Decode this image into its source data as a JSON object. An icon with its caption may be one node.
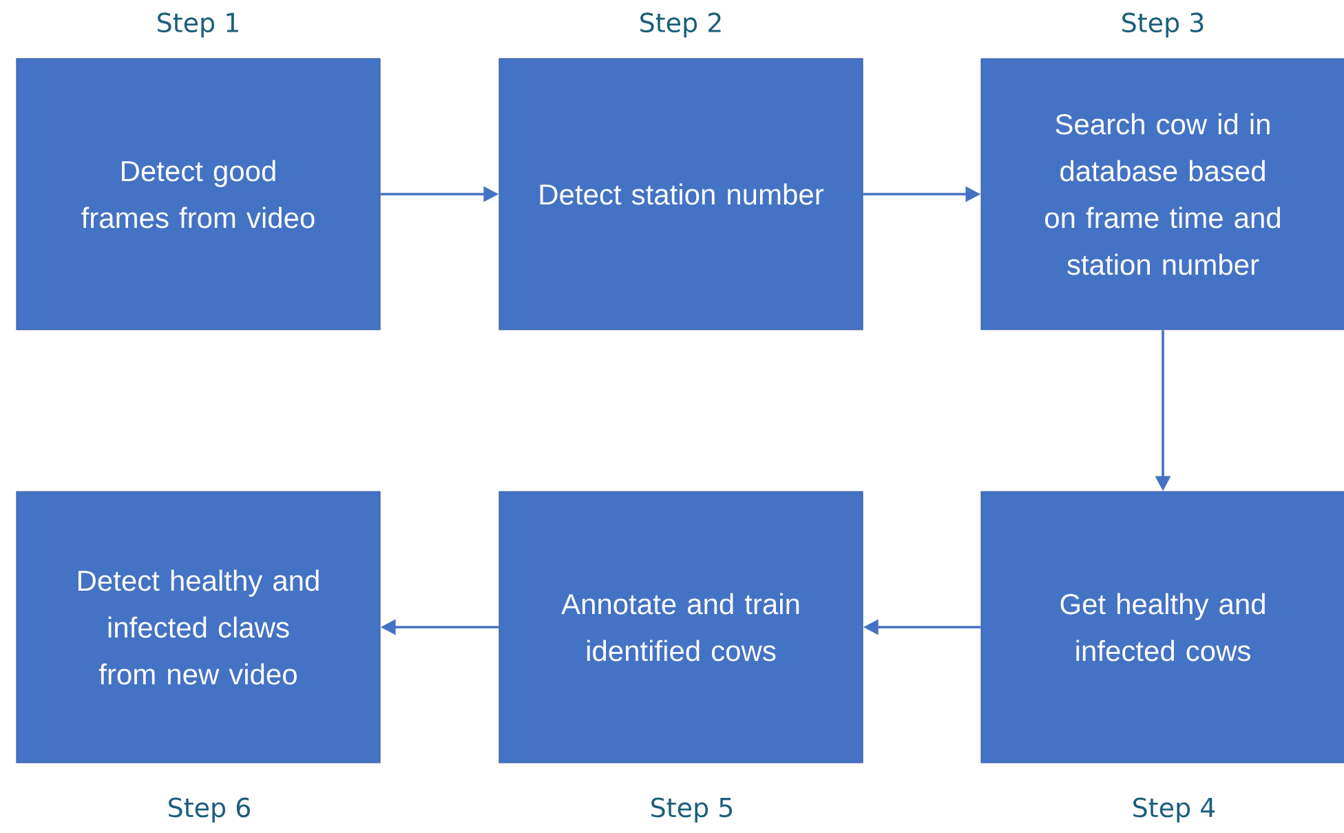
{
  "diagram": {
    "nodes": [
      {
        "text": [
          "Detect good frames from video"
        ],
        "beside": [
          "Step 1"
        ]
      },
      {
        "text": [
          "Detect station number"
        ],
        "beside": [
          "Step 2"
        ]
      },
      {
        "text": [
          "Search cow id in database based on frame time and station number"
        ],
        "beside": [
          "Step 3"
        ]
      },
      {
        "text": [
          "Detect healthy and infected claws from new video"
        ],
        "beside": [
          "Step 6"
        ]
      },
      {
        "text": [
          "Annotate and train identified cows"
        ],
        "beside": [
          "Step 5"
        ]
      },
      {
        "text": [
          "Get healthy and infected cows"
        ],
        "beside": [
          "Step 4"
        ]
      }
    ],
    "edges": [
      {
        "from": 0,
        "to": 1,
        "arrow": "to"
      },
      {
        "from": 1,
        "to": 2,
        "arrow": "to"
      },
      {
        "from": 2,
        "to": 5,
        "arrow": "to"
      },
      {
        "from": 5,
        "to": 4,
        "arrow": "to"
      },
      {
        "from": 4,
        "to": 3,
        "arrow": "to"
      }
    ]
  }
}
